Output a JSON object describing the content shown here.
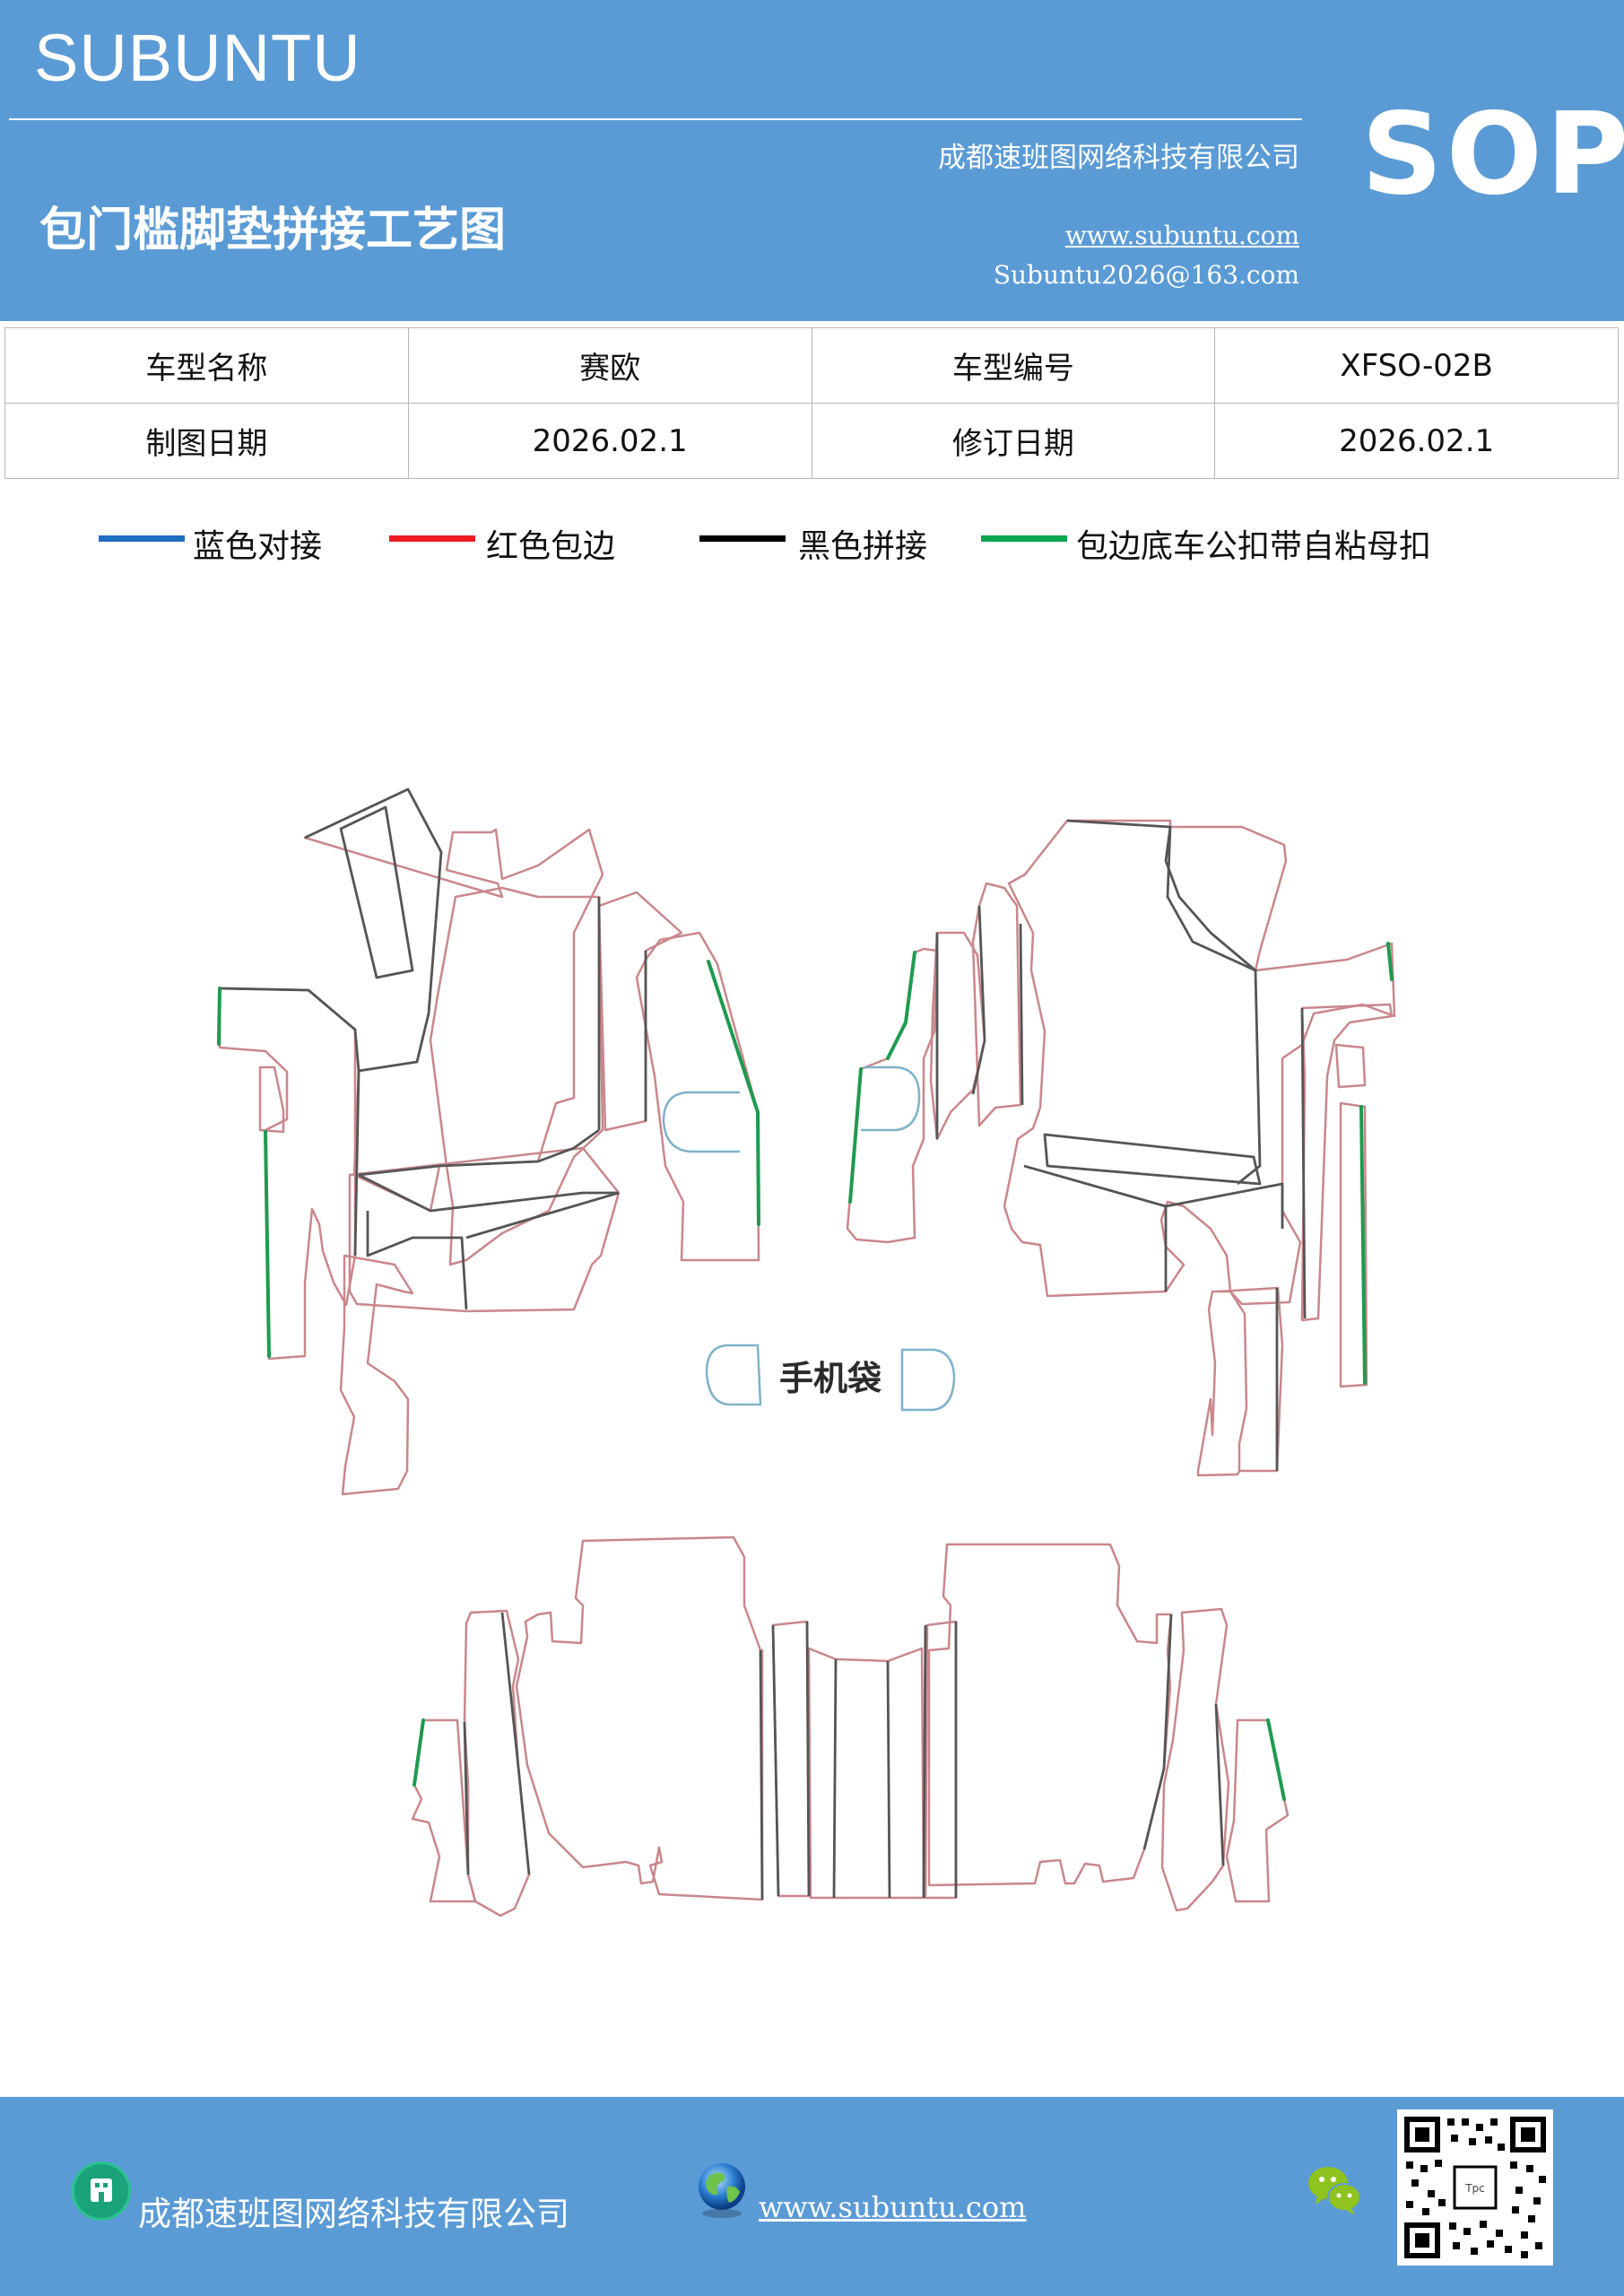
{
  "header": {
    "brand": "SUBUNTU",
    "company": "成都速班图网络科技有限公司",
    "title": "包门槛脚垫拼接工艺图",
    "website": "www.subuntu.com",
    "email": "Subuntu2026@163.com",
    "badge": "SOP"
  },
  "info_table": {
    "rows": [
      [
        "车型名称",
        "赛欧",
        "车型编号",
        "XFSO-02B"
      ],
      [
        "制图日期",
        "2026.02.1",
        "修订日期",
        "2026.02.1"
      ]
    ]
  },
  "legend": [
    {
      "label": "蓝色对接",
      "color": "#1f6fbf"
    },
    {
      "label": "红色包边",
      "color": "#ee1c24"
    },
    {
      "label": "黑色拼接",
      "color": "#000000"
    },
    {
      "label": "包边底车公扣带自粘母扣",
      "color": "#0aa54f"
    }
  ],
  "drawing": {
    "pocket_label": "手机袋",
    "outline_color": "#c9878c",
    "seam_color": "#555555",
    "green_color": "#1f9a4f",
    "blue_color": "#7fb2c9"
  },
  "footer": {
    "company": "成都速班图网络科技有限公司",
    "website": "www.subuntu.com "
  }
}
